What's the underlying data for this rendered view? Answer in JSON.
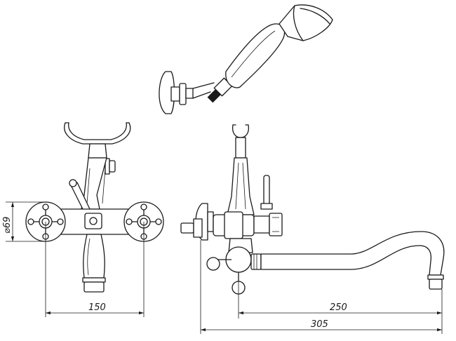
{
  "dimensions": {
    "diameter_label": "⌀69",
    "width_front": "150",
    "spout_length": "250",
    "overall_length": "305"
  }
}
